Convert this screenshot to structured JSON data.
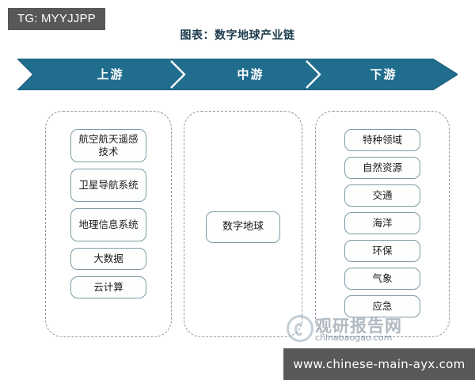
{
  "overlay": {
    "tg_tag": "TG: MYYJJPP",
    "url_bar": "www.chinese-main-ayx.com"
  },
  "chart": {
    "title": "图表：数字地球产业链",
    "title_color": "#1b3a4b",
    "banner_color": "#216d8e",
    "banner_edge_color": "#1b5f7d",
    "node_border_color": "#7f9aa4",
    "container_border_color": "#8a98a4"
  },
  "banner": {
    "segments": [
      {
        "label": "上游"
      },
      {
        "label": "中游"
      },
      {
        "label": "下游"
      }
    ]
  },
  "columns": [
    {
      "stage": "上游",
      "nodes": [
        {
          "label": "航空航天遥感技术",
          "lines": 2
        },
        {
          "label": "卫星导航系统",
          "lines": 2
        },
        {
          "label": "地理信息系统",
          "lines": 2
        },
        {
          "label": "大数据",
          "lines": 1
        },
        {
          "label": "云计算",
          "lines": 1
        }
      ]
    },
    {
      "stage": "中游",
      "nodes": [
        {
          "label": "数字地球",
          "lines": 1
        }
      ]
    },
    {
      "stage": "下游",
      "nodes": [
        {
          "label": "特种领域",
          "lines": 1
        },
        {
          "label": "自然资源",
          "lines": 1
        },
        {
          "label": "交通",
          "lines": 1
        },
        {
          "label": "海洋",
          "lines": 1
        },
        {
          "label": "环保",
          "lines": 1
        },
        {
          "label": "气象",
          "lines": 1
        },
        {
          "label": "应急",
          "lines": 1
        }
      ]
    }
  ],
  "watermark": {
    "cn_text": "观研报告网",
    "en_text": "chinabaogao.com",
    "icon": "spiral-logo-icon"
  },
  "chart_data": {
    "type": "diagram",
    "title": "图表：数字地球产业链",
    "subtype": "industry-chain-flow",
    "stages": [
      "上游",
      "中游",
      "下游"
    ],
    "groups": [
      {
        "stage": "上游",
        "items": [
          "航空航天遥感技术",
          "卫星导航系统",
          "地理信息系统",
          "大数据",
          "云计算"
        ]
      },
      {
        "stage": "中游",
        "items": [
          "数字地球"
        ]
      },
      {
        "stage": "下游",
        "items": [
          "特种领域",
          "自然资源",
          "交通",
          "海洋",
          "环保",
          "气象",
          "应急"
        ]
      }
    ]
  }
}
